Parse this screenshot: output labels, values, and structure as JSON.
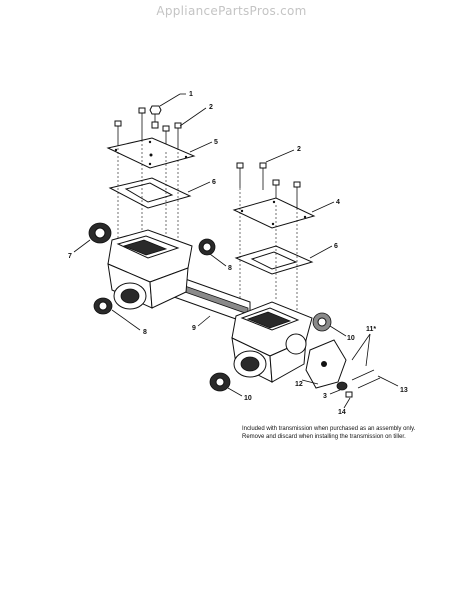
{
  "header": {
    "site_name": "AppliancePartsPros.com"
  },
  "diagram": {
    "callouts": [
      "1",
      "2",
      "5",
      "6",
      "2",
      "4",
      "6",
      "7",
      "8",
      "8",
      "9",
      "10",
      "11*",
      "10",
      "12",
      "3",
      "13",
      "14"
    ]
  },
  "note": {
    "line1": "Included with transmission when purchased as an assembly only.",
    "line2": "Remove and discard when installing the transmission on tiller."
  }
}
